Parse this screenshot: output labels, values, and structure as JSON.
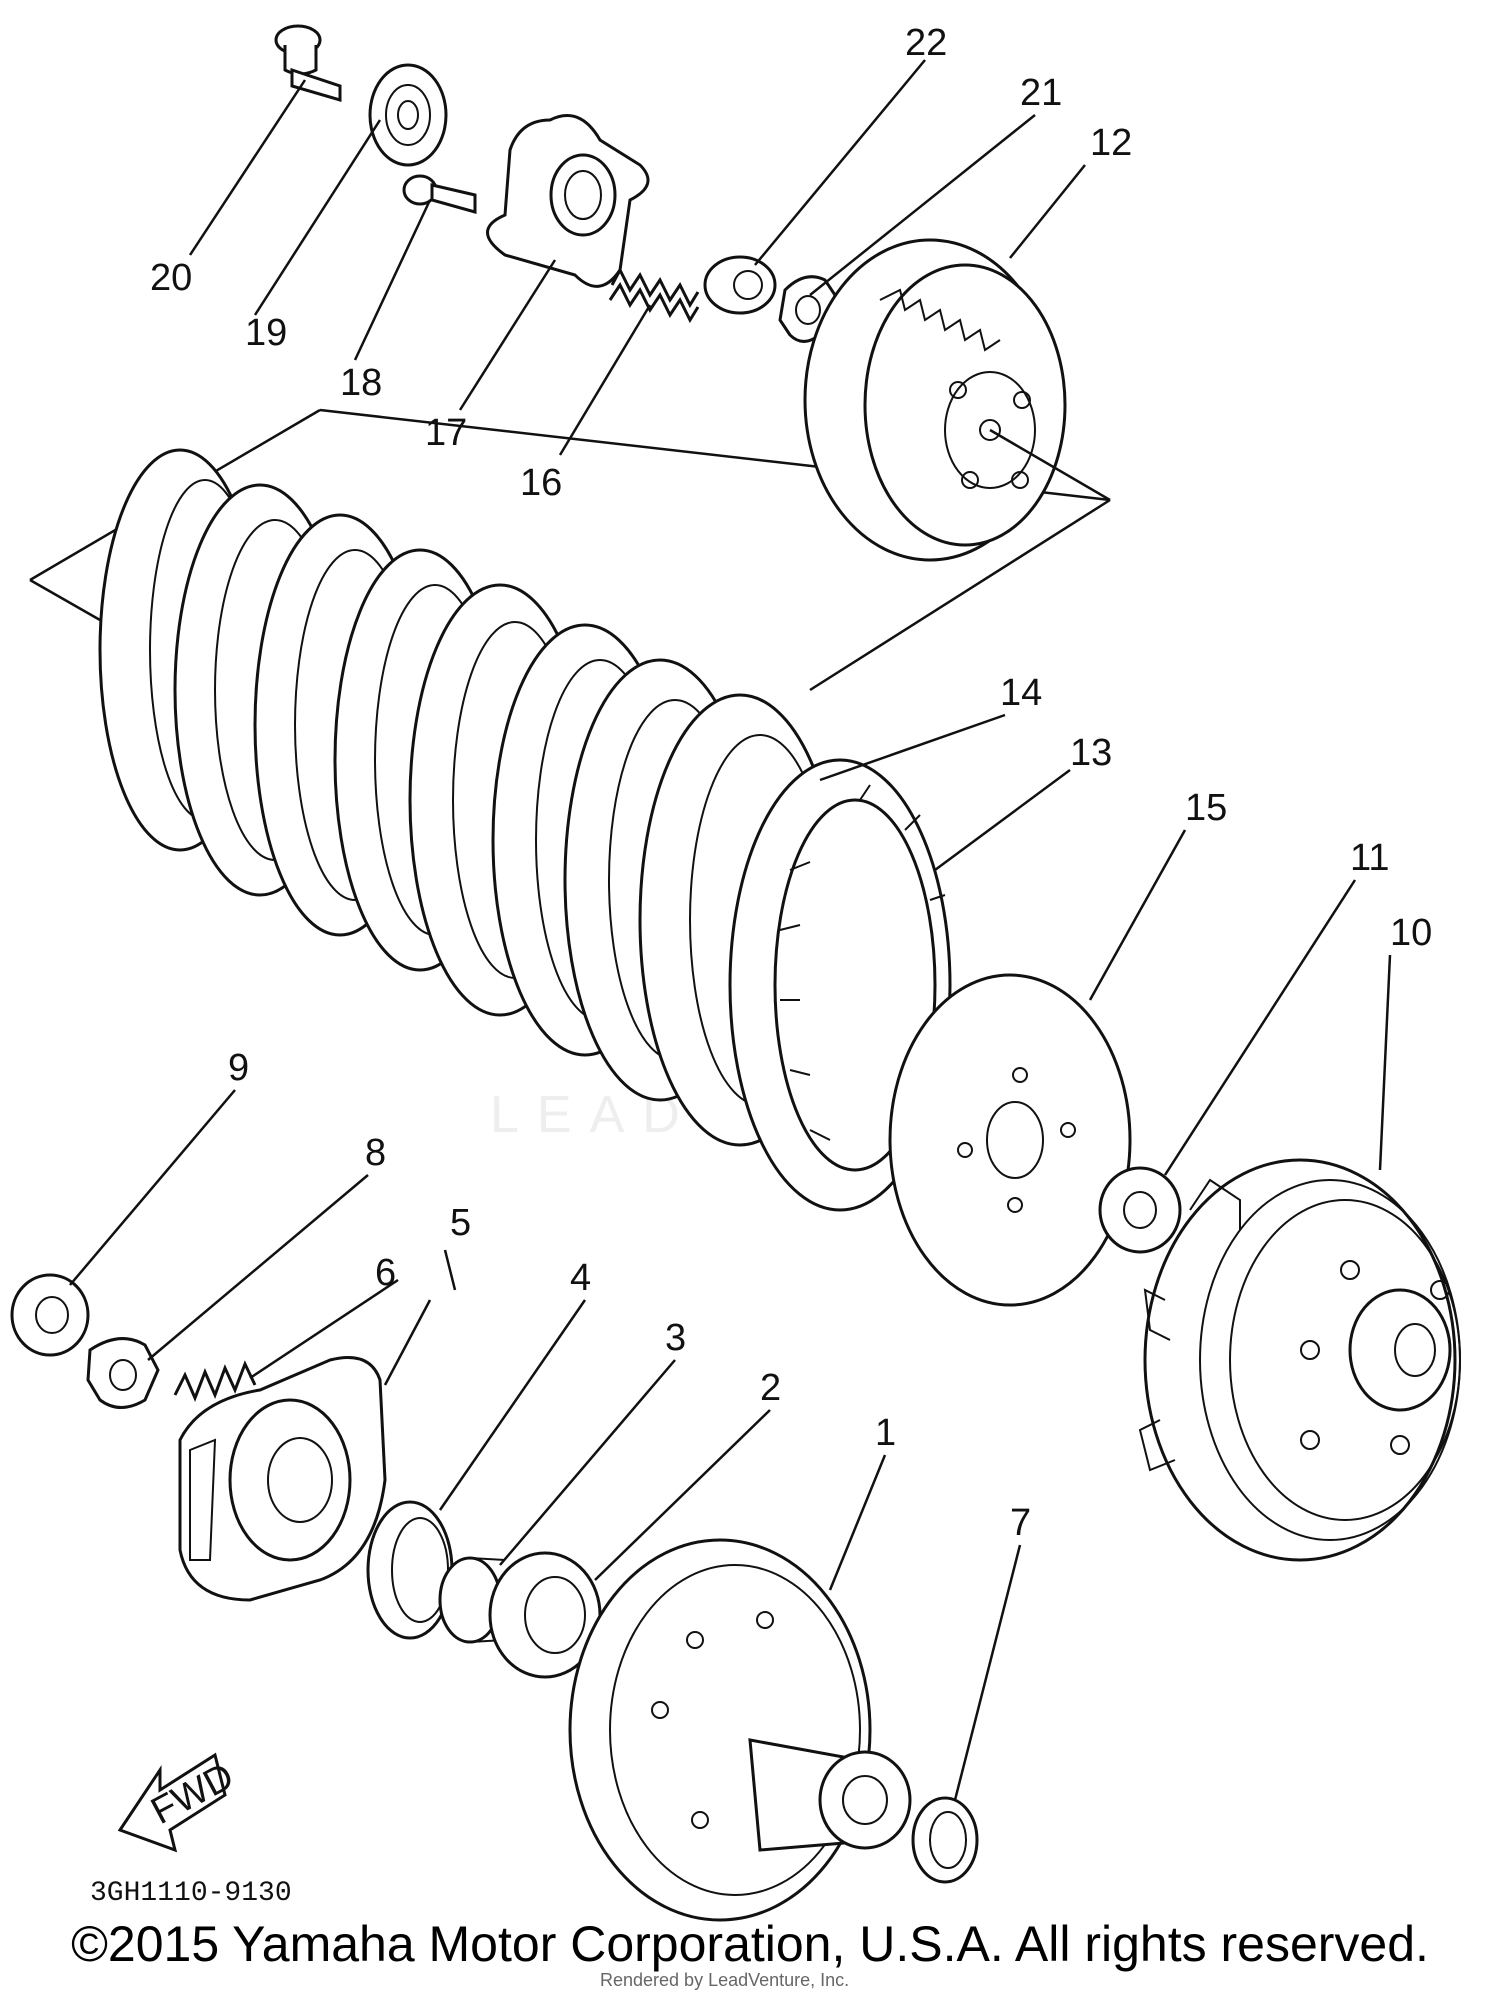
{
  "diagram": {
    "callouts": [
      "1",
      "2",
      "3",
      "4",
      "5",
      "6",
      "7",
      "8",
      "9",
      "10",
      "11",
      "12",
      "13",
      "14",
      "15",
      "16",
      "17",
      "18",
      "19",
      "20",
      "21",
      "22"
    ],
    "direction_label": "FWD",
    "drawing_code": "3GH1110-9130"
  },
  "footer": {
    "copyright": "©2015 Yamaha Motor Corporation, U.S.A. All rights reserved.",
    "rendered_by": "Rendered by LeadVenture, Inc.",
    "watermark": "LEADVENTURE"
  }
}
